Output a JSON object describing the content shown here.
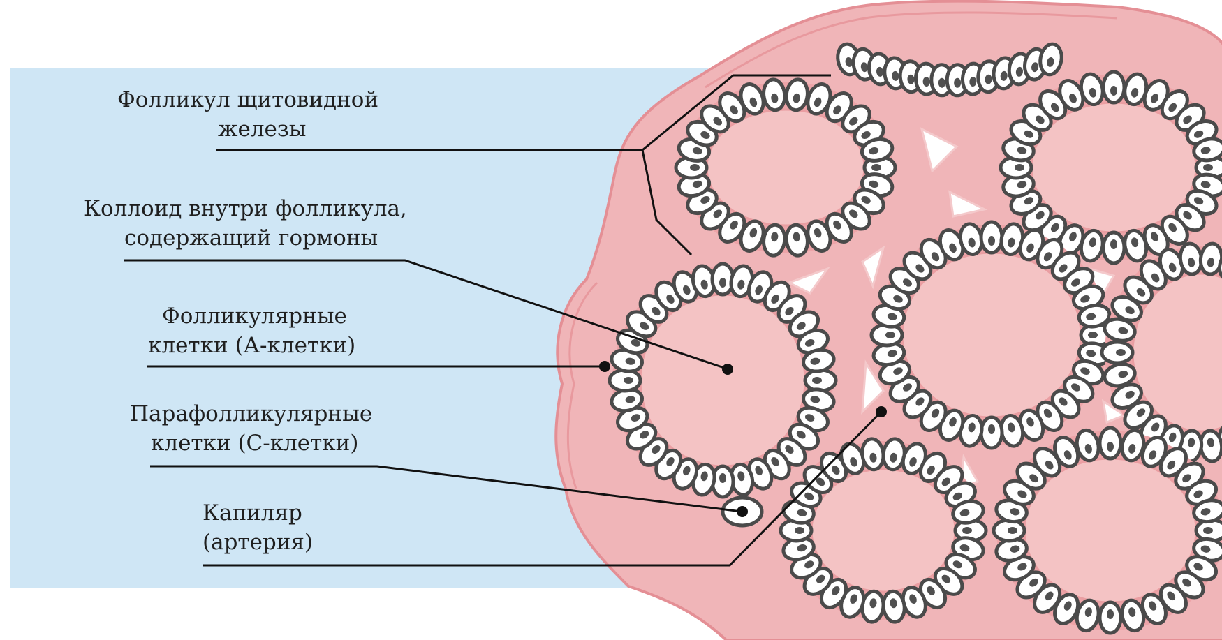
{
  "labels": {
    "follicle": {
      "line1": "Фолликул щитовидной",
      "line2": "железы"
    },
    "colloid": {
      "line1": "Коллоид внутри фолликула,",
      "line2": "содержащий гормоны"
    },
    "a_cells": {
      "line1": "Фолликулярные",
      "line2": "клетки (А-клетки)"
    },
    "c_cells": {
      "line1": "Парафолликулярные",
      "line2": "клетки (С-клетки)"
    },
    "capillary": {
      "line1": "Капиляр",
      "line2": "(артерия)"
    }
  },
  "colors": {
    "panel_background": "#cfe6f5",
    "tissue": "#f0b5b8",
    "tissue_edge": "#e48f95",
    "colloid": "#f4c3c4",
    "cell_fill": "#ffffff",
    "cell_outline": "#4a4a4a",
    "nucleus": "#505050",
    "leader_line": "#111111"
  }
}
